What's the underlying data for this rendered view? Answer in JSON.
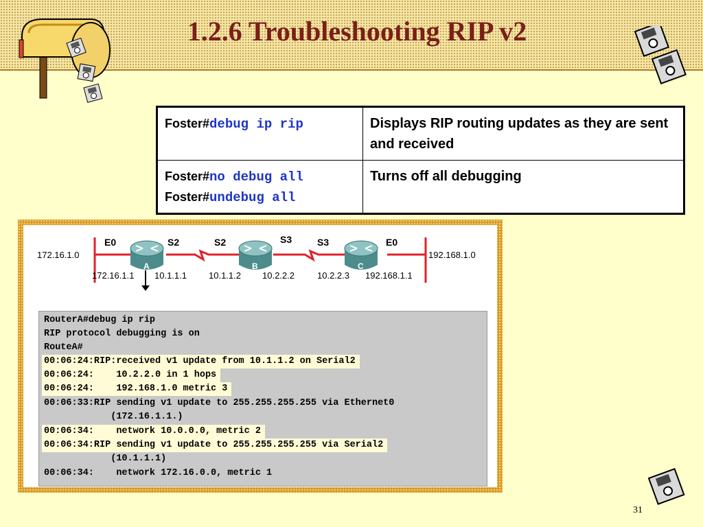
{
  "slide": {
    "title": "1.2.6 Troubleshooting RIP v2",
    "page_number": "31"
  },
  "command_table": {
    "rows": [
      {
        "commands": [
          {
            "prompt": "Foster#",
            "code": "debug ip rip"
          }
        ],
        "description": "Displays RIP routing updates as they are sent and received"
      },
      {
        "commands": [
          {
            "prompt": "Foster#",
            "code": "no debug all"
          },
          {
            "prompt": "Foster#",
            "code": "undebug all"
          }
        ],
        "description": "Turns off all debugging"
      }
    ]
  },
  "network_diagram": {
    "left_network": "172.16.1.0",
    "right_network": "192.168.1.0",
    "routers": [
      {
        "label": "A",
        "left_interface": "E0",
        "right_interface": "S2",
        "left_ip": "172.16.1.1",
        "right_ip": "10.1.1.1"
      },
      {
        "label": "B",
        "left_interface": "S2",
        "right_interface": "S3",
        "left_ip": "10.1.1.2",
        "right_ip": "10.2.2.2"
      },
      {
        "label": "C",
        "left_interface": "S3",
        "right_interface": "E0",
        "left_ip": "10.2.2.3",
        "right_ip": "192.168.1.1"
      }
    ]
  },
  "terminal": {
    "lines": [
      {
        "text": "RouterA#debug ip rip",
        "highlight": false
      },
      {
        "text": "RIP protocol debugging is on",
        "highlight": false
      },
      {
        "text": "RouteA#",
        "highlight": false
      },
      {
        "text": "00:06:24:RIP:received v1 update from 10.1.1.2 on Serial2",
        "highlight": true
      },
      {
        "text": "00:06:24:    10.2.2.0 in 1 hops",
        "highlight": true
      },
      {
        "text": "00:06:24:    192.168.1.0 metric 3",
        "highlight": true
      },
      {
        "text": "00:06:33:RIP sending v1 update to 255.255.255.255 via Ethernet0",
        "highlight": false
      },
      {
        "text": "            (172.16.1.1.)",
        "highlight": false
      },
      {
        "text": "00:06:34:    network 10.0.0.0, metric 2",
        "highlight": true
      },
      {
        "text": "00:06:34:RIP sending v1 update to 255.255.255.255 via Serial2",
        "highlight": true
      },
      {
        "text": "            (10.1.1.1)",
        "highlight": false
      },
      {
        "text": "00:06:34:    network 172.16.0.0, metric 1",
        "highlight": false
      }
    ]
  },
  "icons": [
    "mailbox-icon",
    "floppy-disk-icon",
    "router-icon"
  ],
  "colors": {
    "title": "#7a1f1a",
    "code": "#1f35c8",
    "background": "#ffffcc",
    "band": "#f5e6a8",
    "frame": "#d99a2b",
    "link": "#e0202a",
    "router": "#5a9a9a",
    "terminal_bg": "#c9c9c9",
    "terminal_highlight": "#fffbd6"
  }
}
